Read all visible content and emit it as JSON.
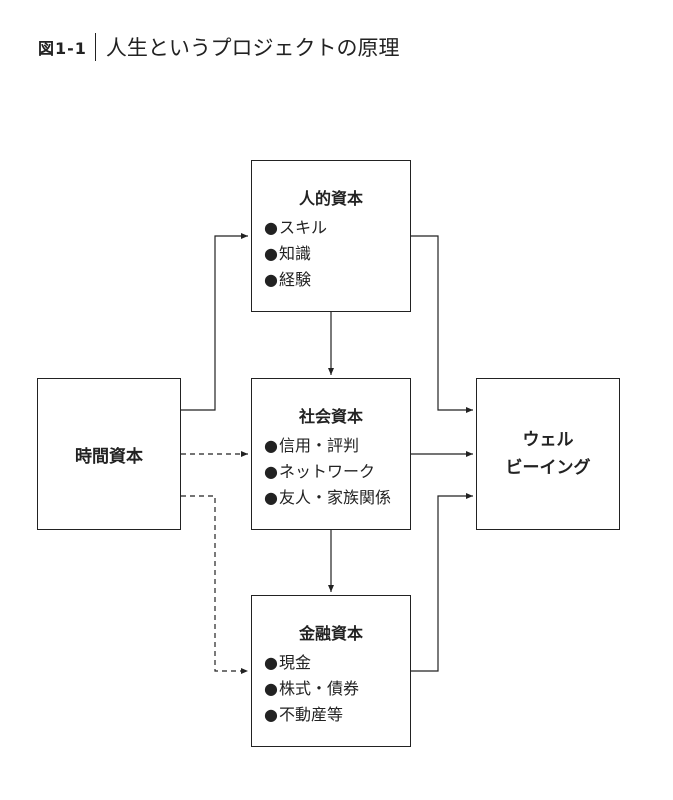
{
  "figure": {
    "label": "図1-1",
    "title": "人生というプロジェクトの原理"
  },
  "nodes": {
    "time": {
      "title": "時間資本"
    },
    "human": {
      "title": "人的資本",
      "items": [
        "スキル",
        "知識",
        "経験"
      ]
    },
    "social": {
      "title": "社会資本",
      "items": [
        "信用・評判",
        "ネットワーク",
        "友人・家族関係"
      ]
    },
    "financial": {
      "title": "金融資本",
      "items": [
        "現金",
        "株式・債券",
        "不動産等"
      ]
    },
    "wellbeing": {
      "title_line1": "ウェル",
      "title_line2": "ビーイング"
    }
  },
  "edges": [
    {
      "from": "time",
      "to": "human",
      "style": "solid"
    },
    {
      "from": "time",
      "to": "social",
      "style": "dashed"
    },
    {
      "from": "time",
      "to": "financial",
      "style": "dashed"
    },
    {
      "from": "human",
      "to": "social",
      "style": "solid"
    },
    {
      "from": "social",
      "to": "financial",
      "style": "solid"
    },
    {
      "from": "human",
      "to": "wellbeing",
      "style": "solid"
    },
    {
      "from": "social",
      "to": "wellbeing",
      "style": "solid"
    },
    {
      "from": "financial",
      "to": "wellbeing",
      "style": "solid"
    }
  ]
}
